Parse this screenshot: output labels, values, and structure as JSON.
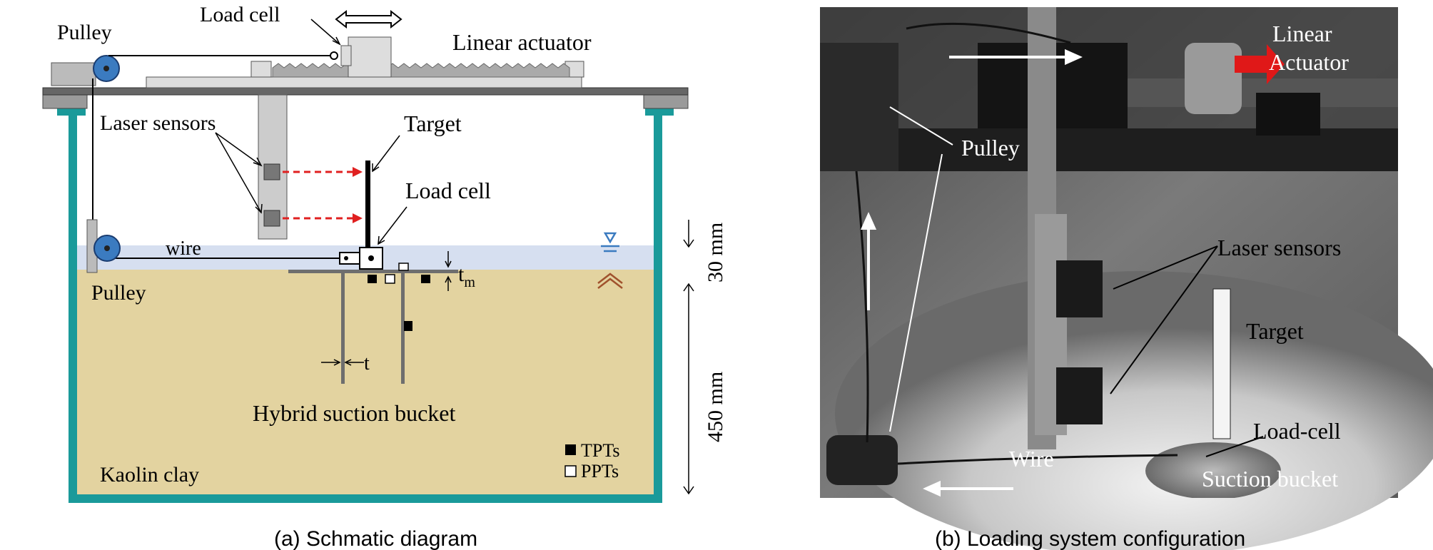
{
  "panel_a": {
    "labels": {
      "pulley_top": "Pulley",
      "load_cell_top": "Load cell",
      "linear_actuator": "Linear actuator",
      "laser_sensors": "Laser sensors",
      "target": "Target",
      "load_cell_mid": "Load cell",
      "wire": "wire",
      "pulley_bottom": "Pulley",
      "tm": "t",
      "tm_sub": "m",
      "t": "t",
      "bucket": "Hybrid  suction bucket",
      "kaolin": "Kaolin clay",
      "tpts": "TPTs",
      "ppts": "PPTs",
      "dim_water": "30  mm",
      "dim_clay": "450 mm"
    },
    "caption": "(a)  Schmatic diagram",
    "colors": {
      "tank": "#1a9a9a",
      "clay": "#e3d3a0",
      "water": "#d6dff0",
      "laser": "#e02020",
      "plate": "#6e6e6e"
    }
  },
  "panel_b": {
    "labels": {
      "linear_actuator": "Linear\nActuator",
      "pulley": "Pulley",
      "laser_sensors": "Laser sensors",
      "target": "Target",
      "load_cell": "Load-cell",
      "wire": "Wire",
      "suction_bucket": "Suction bucket"
    },
    "caption": "(b)  Loading system configuration",
    "colors": {
      "arrow": "#e01818"
    }
  }
}
